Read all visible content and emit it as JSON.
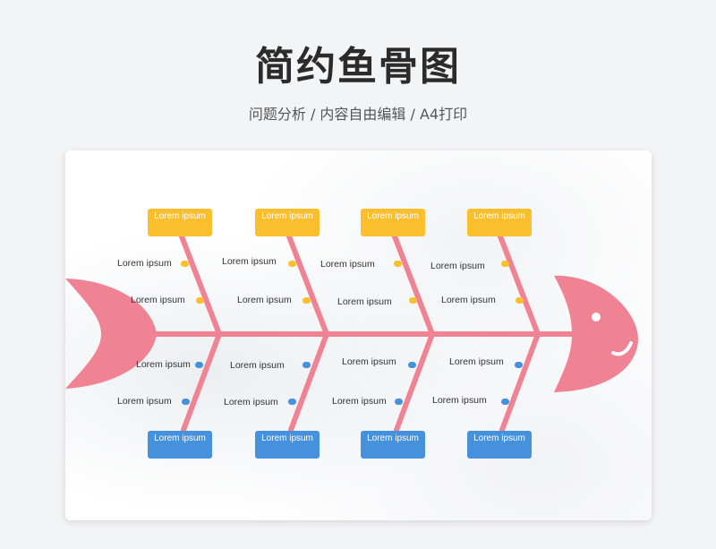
{
  "title": "简约鱼骨图",
  "subtitle": "问题分析 / 内容自由编辑 / A4打印",
  "colors": {
    "spine": "#ef8394",
    "top_box": "#fbbf2d",
    "bottom_box": "#4591db",
    "top_dot": "#fbbf2d",
    "bottom_dot": "#4591db"
  },
  "diagram": {
    "top_boxes": [
      "Lorem ipsum",
      "Lorem ipsum",
      "Lorem ipsum",
      "Lorem ipsum"
    ],
    "bottom_boxes": [
      "Lorem ipsum",
      "Lorem ipsum",
      "Lorem ipsum",
      "Lorem ipsum"
    ],
    "top_labels": [
      [
        "Lorem ipsum",
        "Lorem ipsum"
      ],
      [
        "Lorem ipsum",
        "Lorem ipsum"
      ],
      [
        "Lorem ipsum",
        "Lorem ipsum"
      ],
      [
        "Lorem ipsum",
        "Lorem ipsum"
      ]
    ],
    "bottom_labels": [
      [
        "Lorem ipsum",
        "Lorem ipsum"
      ],
      [
        "Lorem ipsum",
        "Lorem ipsum"
      ],
      [
        "Lorem ipsum",
        "Lorem ipsum"
      ],
      [
        "Lorem ipsum",
        "Lorem ipsum"
      ]
    ]
  }
}
